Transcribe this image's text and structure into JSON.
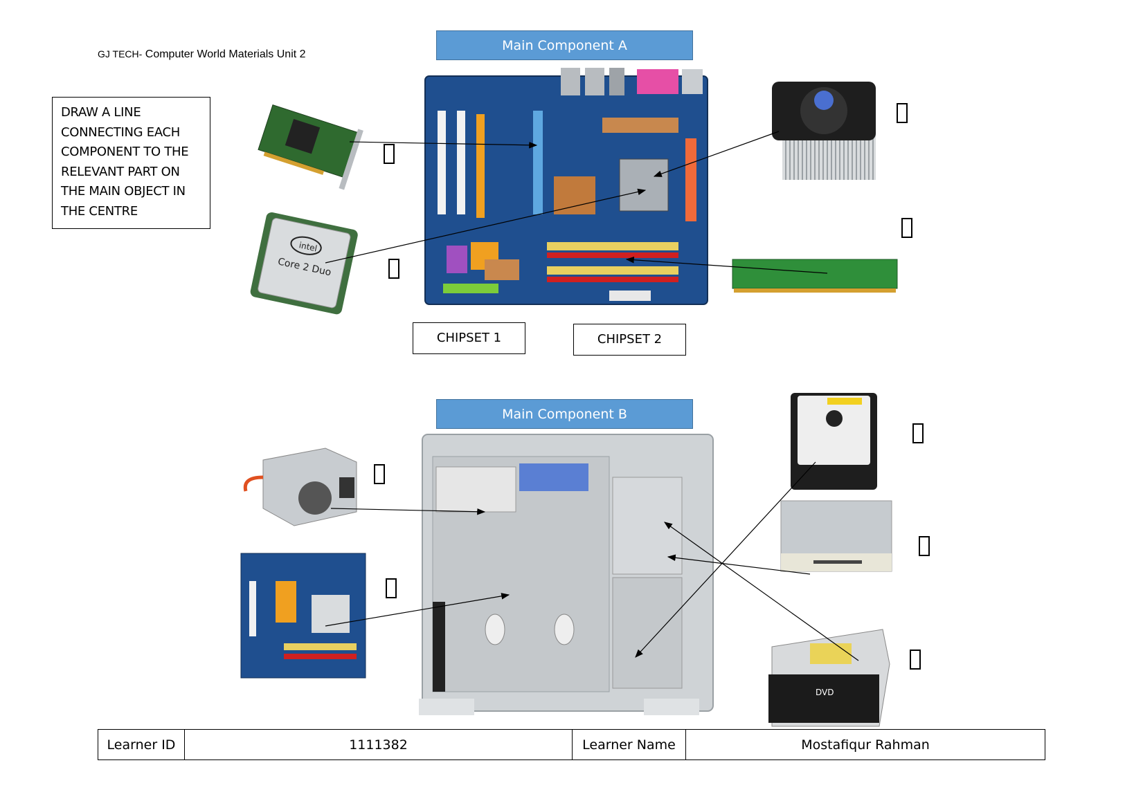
{
  "header": {
    "org": "GJ TECH-",
    "title": " Computer World Materials Unit 2"
  },
  "instruction": [
    "DRAW A LINE",
    "CONNECTING EACH",
    "COMPONENT TO THE",
    "RELEVANT PART ON",
    "THE MAIN OBJECT IN",
    "THE CENTRE"
  ],
  "component_a": {
    "title": "Main Component A"
  },
  "component_b": {
    "title": "Main Component B"
  },
  "chipsets": [
    "CHIPSET 1",
    "CHIPSET 2"
  ],
  "learner": {
    "id_label": "Learner ID",
    "id_value": "1111382",
    "name_label": "Learner Name",
    "name_value": "Mostafiqur Rahman"
  },
  "colors": {
    "title_bar": "#5b9bd5",
    "motherboard": "#1f4f8f",
    "case": "#cfd3d6"
  }
}
